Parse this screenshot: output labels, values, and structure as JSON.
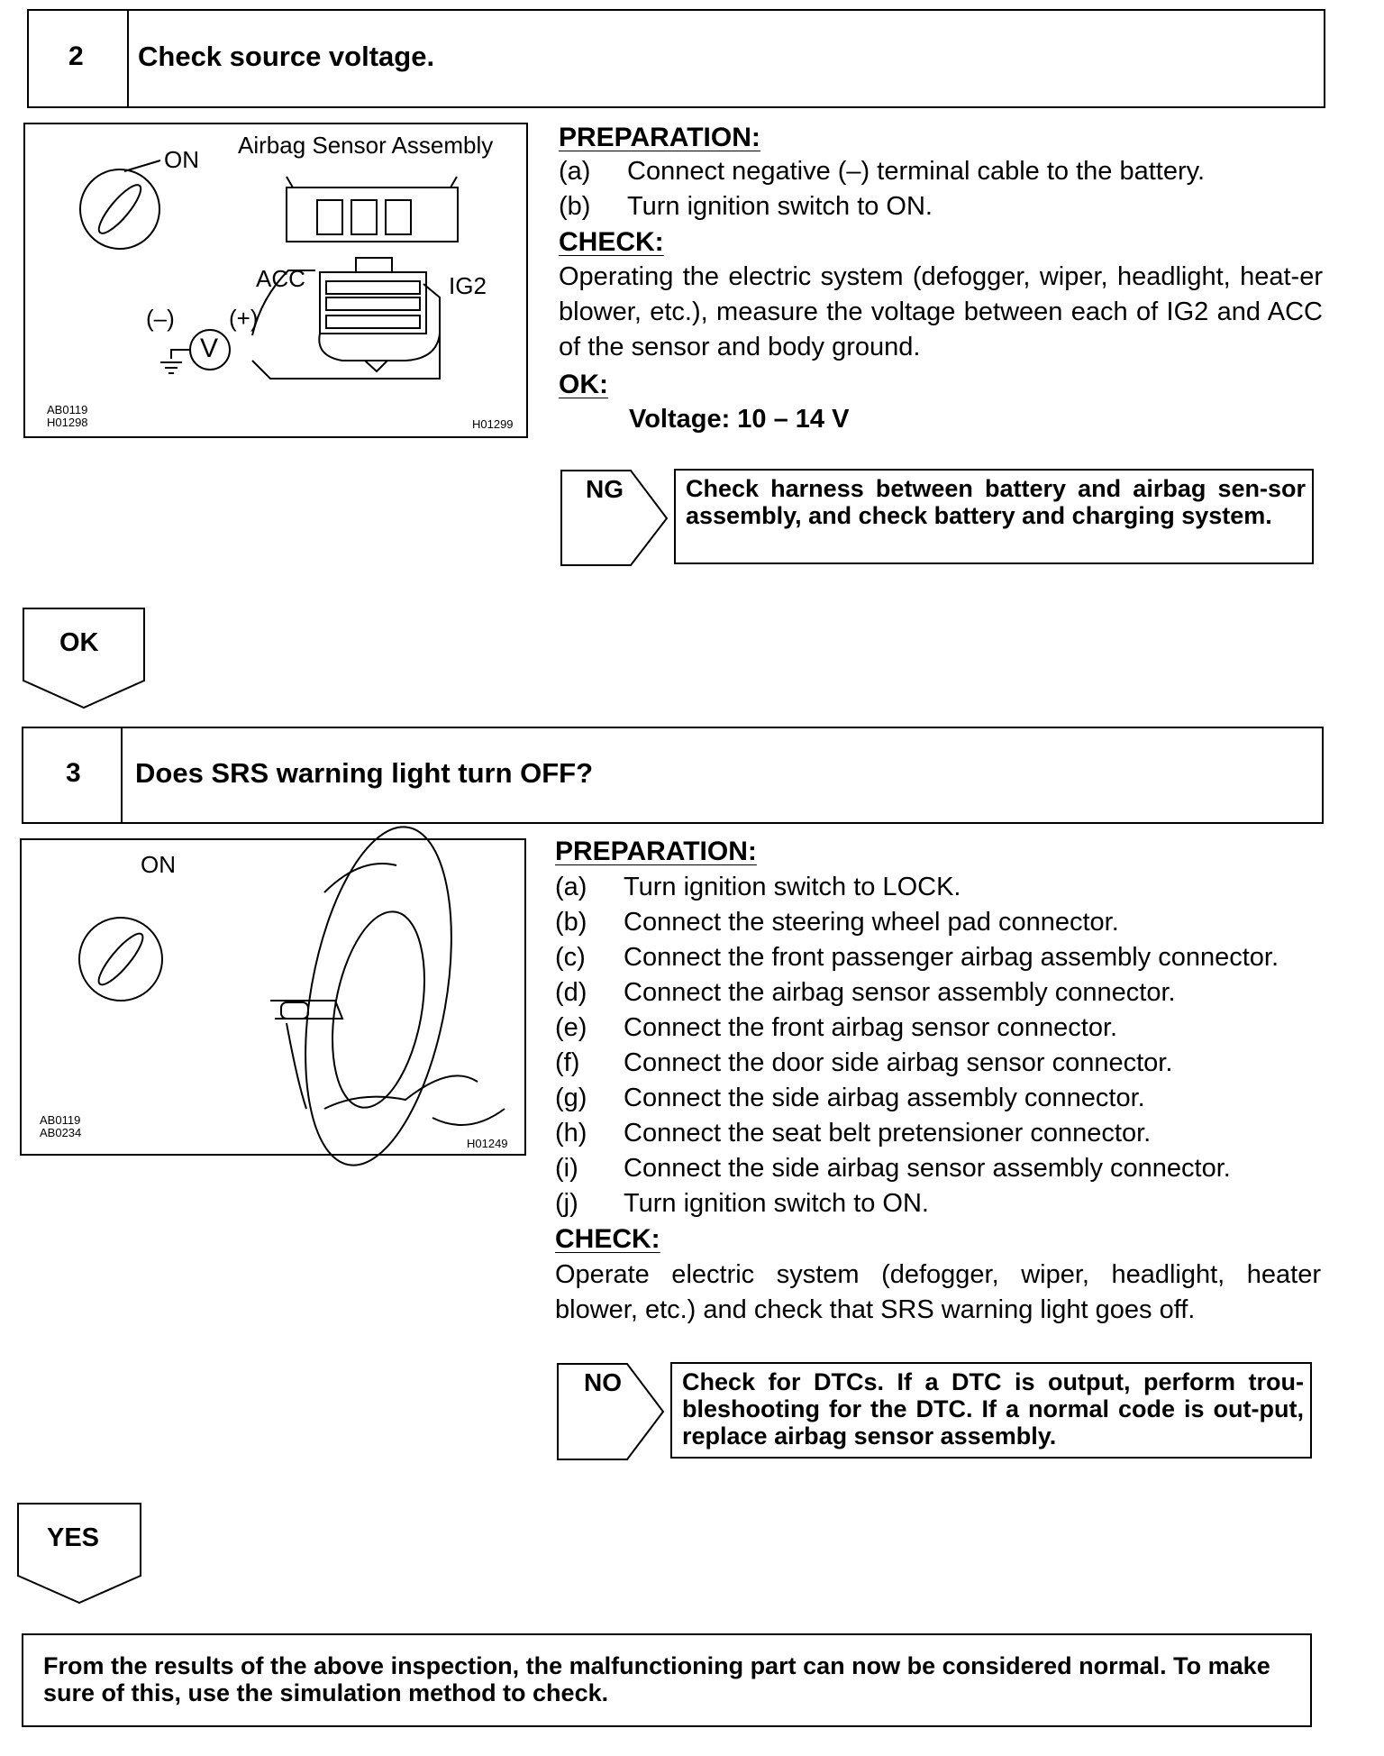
{
  "step2": {
    "number": "2",
    "title": "Check source voltage.",
    "figure": {
      "on_label": "ON",
      "assembly_label": "Airbag Sensor Assembly",
      "acc_label": "ACC",
      "ig2_label": "IG2",
      "neg_label": "(–)",
      "pos_label": "(+)",
      "meter_symbol": "V",
      "code_left_1": "AB0119",
      "code_left_2": "H01298",
      "code_right": "H01299"
    },
    "preparation_heading": "PREPARATION:",
    "preparation": [
      {
        "label": "(a)",
        "text": "Connect negative (–) terminal cable to the battery."
      },
      {
        "label": "(b)",
        "text": "Turn ignition switch to ON."
      }
    ],
    "check_heading": "CHECK:",
    "check_text": "Operating the electric system (defogger, wiper, headlight, heat-er blower, etc.), measure the voltage between each of IG2 and ACC of the sensor and body ground.",
    "ok_heading": "OK:",
    "ok_value": "Voltage: 10 – 14 V",
    "ng_label": "NG",
    "ng_text": "Check harness between battery and airbag sen-sor assembly, and check battery and charging system.",
    "next_label": "OK"
  },
  "step3": {
    "number": "3",
    "title": "Does SRS warning light turn OFF?",
    "figure": {
      "on_label": "ON",
      "code_left_1": "AB0119",
      "code_left_2": "AB0234",
      "code_right": "H01249"
    },
    "preparation_heading": "PREPARATION:",
    "preparation": [
      {
        "label": "(a)",
        "text": "Turn ignition switch to LOCK."
      },
      {
        "label": "(b)",
        "text": "Connect the steering wheel pad connector."
      },
      {
        "label": "(c)",
        "text": "Connect the front passenger airbag assembly connector."
      },
      {
        "label": "(d)",
        "text": "Connect the airbag sensor assembly connector."
      },
      {
        "label": "(e)",
        "text": "Connect the front airbag sensor connector."
      },
      {
        "label": "(f)",
        "text": "Connect the door side airbag sensor connector."
      },
      {
        "label": "(g)",
        "text": "Connect the side airbag assembly connector."
      },
      {
        "label": "(h)",
        "text": "Connect the seat belt pretensioner connector."
      },
      {
        "label": "(i)",
        "text": "Connect the side airbag sensor assembly connector."
      },
      {
        "label": "(j)",
        "text": "Turn ignition switch to ON."
      }
    ],
    "check_heading": "CHECK:",
    "check_text": "Operate electric system (defogger, wiper, headlight, heater blower, etc.) and check that SRS warning light goes off.",
    "no_label": "NO",
    "no_text": "Check for DTCs. If a DTC is output, perform trou-bleshooting for the DTC. If a normal code is out-put, replace airbag sensor assembly.",
    "next_label": "YES"
  },
  "conclusion": "From the results of the above inspection, the malfunctioning part can now be considered normal. To make sure of this, use the simulation method to check."
}
